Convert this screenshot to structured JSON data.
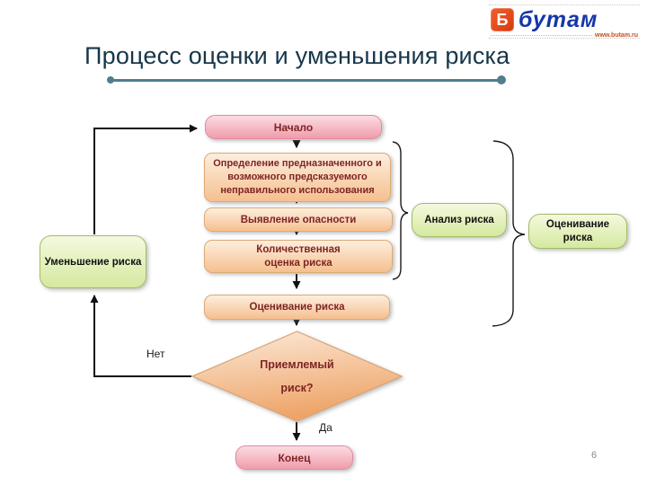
{
  "title": "Процесс оценки и уменьшения риска",
  "page_number": "6",
  "logo": {
    "brand": "бутам",
    "square_letter": "Б",
    "url": "www.butam.ru"
  },
  "flowchart": {
    "nodes": {
      "start": "Начало",
      "define": "Определение предназначенного и возможного предсказуемого неправильного использования",
      "hazard": "Выявление опасности",
      "quant": {
        "line1": "Количественная",
        "line2": "оценка риска"
      },
      "evaluate": "Оценивание риска",
      "decision": {
        "line1": "Приемлемый",
        "line2": "риск?"
      },
      "end": "Конец",
      "reduce": "Уменьшение риска",
      "analysis": "Анализ риска",
      "evaluation": {
        "line1": "Оценивание",
        "line2": "риска"
      }
    },
    "labels": {
      "no": "Нет",
      "yes": "Да"
    }
  },
  "colors": {
    "accent_teal": "#4d7f8d",
    "title_text": "#17364a",
    "warm_box_text": "#7e2424",
    "pink_box_top": "#fcdce2",
    "pink_box_bottom": "#f09cab",
    "peach_box_top": "#fdeedd",
    "peach_box_bottom": "#f5c08f",
    "green_box_top": "#f4f9de",
    "green_box_bottom": "#d5e99f",
    "logo_blue": "#1536a8",
    "logo_orange": "#e8481e"
  }
}
